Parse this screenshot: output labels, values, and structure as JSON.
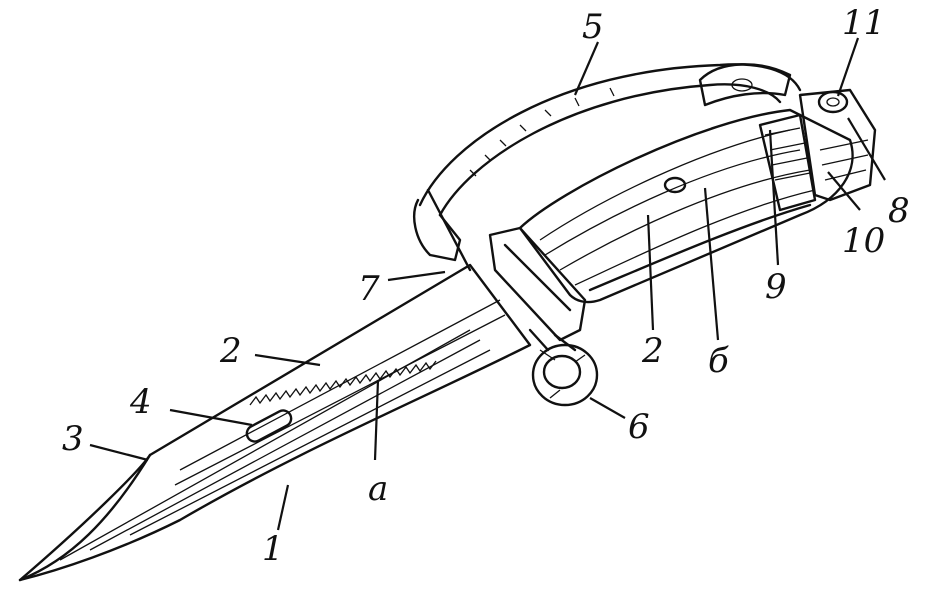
{
  "figure": {
    "labels": {
      "blade_edge": "1",
      "saw_back": "2",
      "blade_point": "3",
      "blade_slot": "4",
      "strap": "5",
      "guard_ring": "6",
      "guard_pin": "7",
      "latch_button": "8",
      "latch_lever": "9",
      "latch_spring": "10",
      "strap_screw": "11",
      "fuller": "а",
      "grip_plate": "2",
      "grip_side": "б"
    }
  }
}
